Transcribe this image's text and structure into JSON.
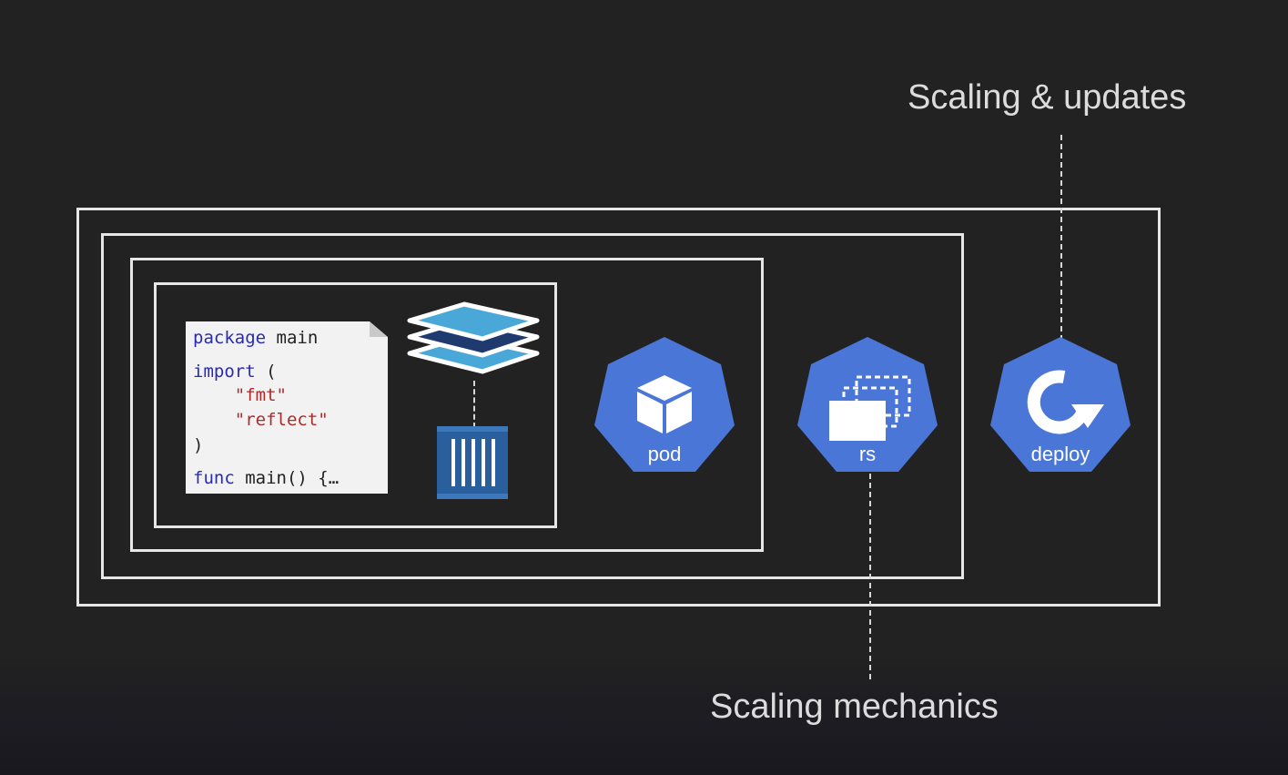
{
  "annotations": {
    "top_label": "Scaling & updates",
    "bottom_label": "Scaling mechanics"
  },
  "code": {
    "line1_kw": "package",
    "line1_rest": " main",
    "line2_kw": "import",
    "line2_rest": " (",
    "line3": "    \"fmt\"",
    "line4": "    \"reflect\"",
    "line5": ")",
    "line6_kw": "func",
    "line6_rest": " main() {…"
  },
  "badges": {
    "pod": "pod",
    "rs": "rs",
    "deploy": "deploy"
  },
  "icons": {
    "layers": "layers-icon",
    "container": "container-icon",
    "pod": "cube-icon",
    "rs": "stacked-windows-icon",
    "deploy": "rotate-arrow-icon"
  },
  "colors": {
    "background": "#222222",
    "frame": "#e6e6e6",
    "badge": "#4a76d8",
    "layer_light": "#4aa8d8",
    "layer_dark": "#1e3a6e",
    "container": "#2a5f9e"
  }
}
